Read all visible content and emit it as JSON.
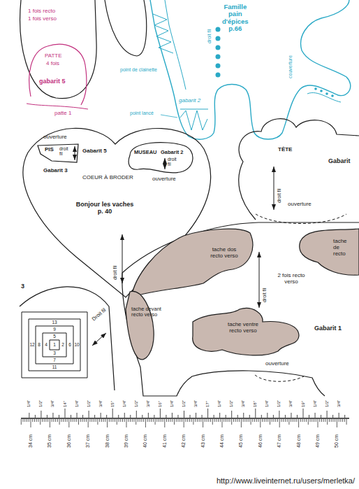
{
  "diagram": {
    "nodes": [
      {
        "text": [
          "PATTE",
          "4 fois",
          "gabarit 5",
          "patte 1"
        ]
      },
      {
        "text": [
          "COEUR À BRODER",
          "Bonjour les vaches p. 40"
        ]
      },
      {
        "text": [
          "ouverture",
          "PIS",
          "droit fil"
        ],
        "in": 1
      },
      {
        "text": [
          "MUSEAU",
          "Gabarit 2",
          "droit fil",
          "ouverture"
        ],
        "in": 1
      },
      {
        "text": [
          "TÊTE",
          "Gabarit",
          "droit fil",
          "ouverture"
        ]
      },
      {
        "text": [
          "2 fois recto verso",
          "droit fil",
          "Gabarit 1",
          "ouverture"
        ]
      },
      {
        "text": [
          "tache dos recto verso"
        ],
        "in": 5
      },
      {
        "text": [
          "tache devant recto verso"
        ],
        "in": 5
      },
      {
        "text": [
          "tache ventre recto verso"
        ],
        "in": 5
      },
      {
        "text": [
          "tache de recto"
        ],
        "in": 5
      },
      {
        "text": [
          "Droit fil",
          "1",
          "2",
          "3",
          "4",
          "5",
          "6",
          "7",
          "8",
          "9",
          "10",
          "11",
          "12",
          "13"
        ]
      }
    ],
    "labels": [
      "1 fois recto",
      "1 fois verso",
      "Famille pain d'épices p.66",
      "droit fil",
      "point de clainette",
      "gabarit 2",
      "point lancé",
      "couverture",
      "Gabarit 5",
      "Gabarit 3",
      "droit fil",
      "3",
      "1/4\"",
      "1/2\"",
      "3/4\"",
      "14\"",
      "1/4\"",
      "1/2\"",
      "3/4\"",
      "15\"",
      "1/4\"",
      "1/2\"",
      "3/4\"",
      "16\"",
      "1/4\"",
      "1/2\"",
      "3/4\"",
      "17\"",
      "1/4\"",
      "1/2\"",
      "3/4\"",
      "18\"",
      "1/4\"",
      "1/2\"",
      "3/4\"",
      "19\"",
      "1/4\"",
      "1/2\"",
      "3/4\"",
      "34 cm",
      "35 cm",
      "36 cm",
      "37 cm",
      "38 cm",
      "39 cm",
      "40 cm",
      "41 cm",
      "42 cm",
      "43 cm",
      "44 cm",
      "45 cm",
      "46 cm",
      "47 cm",
      "48 cm",
      "49 cm",
      "50 cm",
      "http://www.liveinternet.ru/users/merletka/"
    ]
  }
}
